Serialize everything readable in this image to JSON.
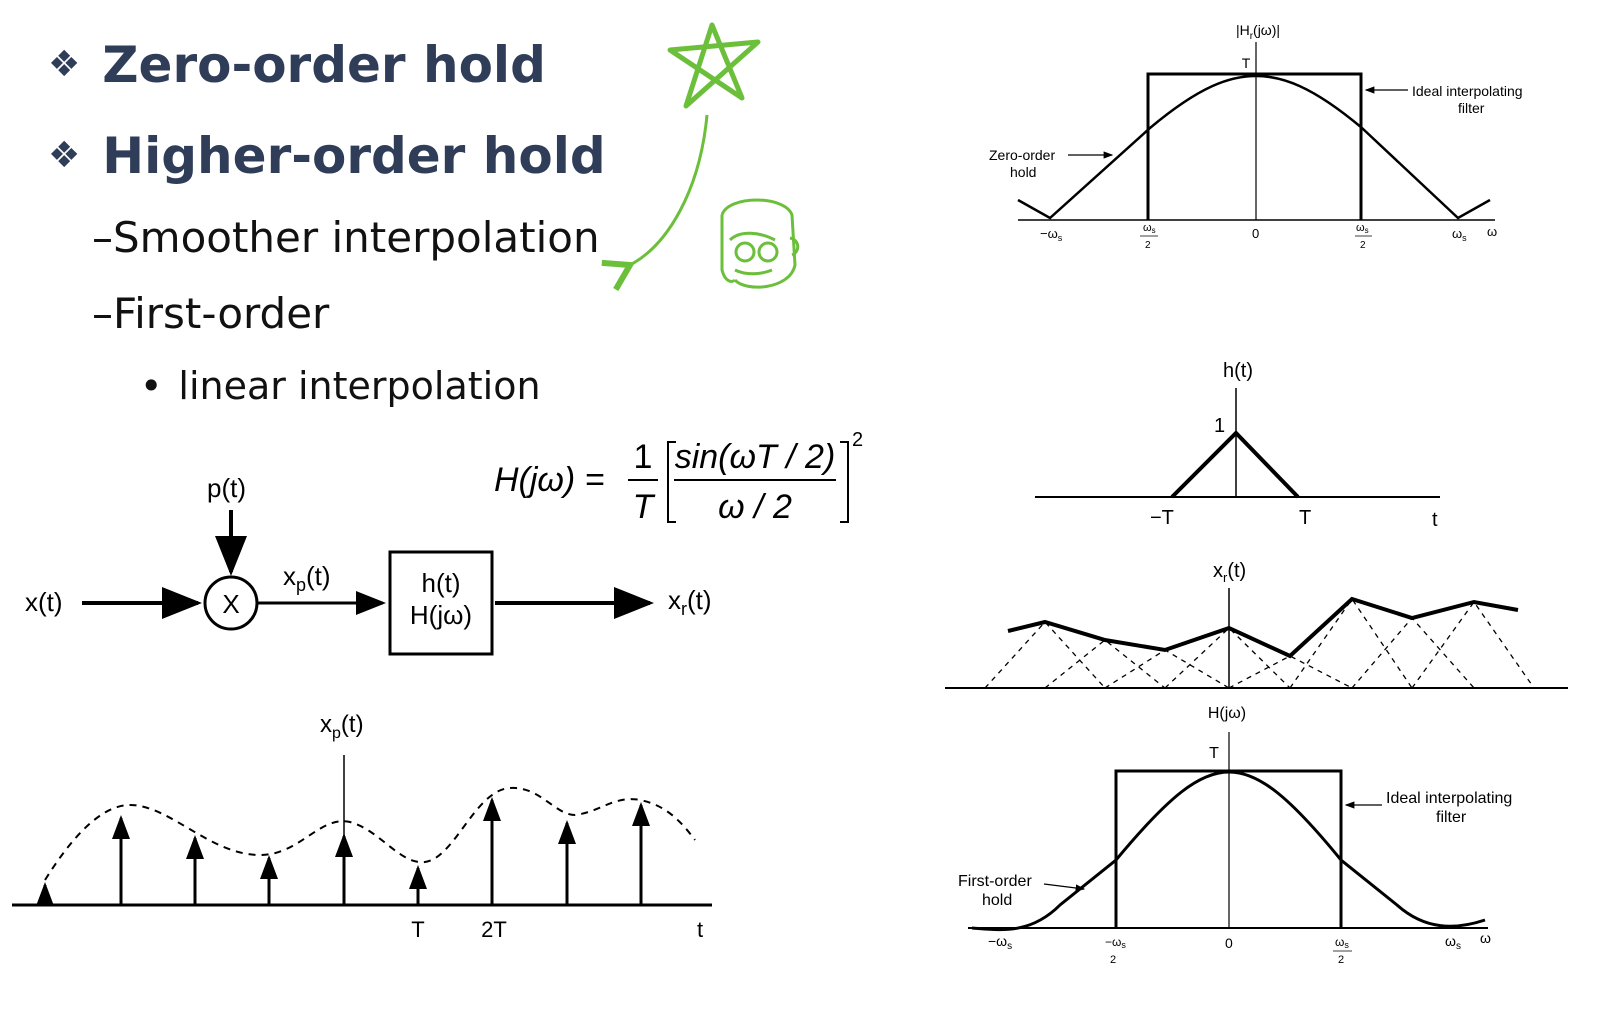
{
  "bullets": [
    {
      "marker": "❖",
      "text": "Zero-order hold"
    },
    {
      "marker": "❖",
      "text": "Higher-order hold"
    }
  ],
  "sub_bullets": [
    {
      "marker": "–",
      "text": "Smoother interpolation"
    },
    {
      "marker": "–",
      "text": "First-order"
    }
  ],
  "sub_sub_bullets": [
    {
      "marker": "•",
      "text": "linear interpolation"
    }
  ],
  "formula": {
    "lhs": "H(jω) =",
    "num1": "1",
    "den1": "T",
    "num2": "sin(ωT / 2)",
    "den2": "ω / 2",
    "exp": "2"
  },
  "block_diagram": {
    "input": "x(t)",
    "modulator_input": "p(t)",
    "multiplier": "X",
    "sampled": "x",
    "sampled_sub": "p",
    "sampled_suffix": "(t)",
    "filter_line1": "h(t)",
    "filter_line2": "H(jω)",
    "output": "x",
    "output_sub": "r",
    "output_suffix": "(t)"
  },
  "sampled_plot": {
    "title": "x",
    "title_sub": "p",
    "title_suffix": "(t)",
    "tick_T": "T",
    "tick_2T": "2T",
    "axis_t": "t"
  },
  "zoh_plot": {
    "title": "|H",
    "title_sub": "r",
    "title_suffix": "(jω)|",
    "peak": "T",
    "ideal_label_1": "Ideal interpolating",
    "ideal_label_2": "filter",
    "hold_label_1": "Zero-order",
    "hold_label_2": "hold",
    "ticks": [
      "−ω",
      "ω",
      "0",
      "ω",
      "ω",
      "ω"
    ],
    "tick_sub": "s",
    "half": "2"
  },
  "triangle_plot": {
    "title": "h(t)",
    "peak": "1",
    "left": "−T",
    "right": "T",
    "axis_t": "t"
  },
  "reconstructed_plot": {
    "title": "x",
    "title_sub": "r",
    "title_suffix": "(t)"
  },
  "foh_plot": {
    "title": "H(jω)",
    "peak": "T",
    "ideal_label_1": "Ideal interpolating",
    "ideal_label_2": "filter",
    "hold_label_1": "First-order",
    "hold_label_2": "hold",
    "tick_sub": "s",
    "half": "2",
    "zero": "0"
  },
  "annotation_color": "#6bbf3a",
  "title_color": "#2f3d59"
}
